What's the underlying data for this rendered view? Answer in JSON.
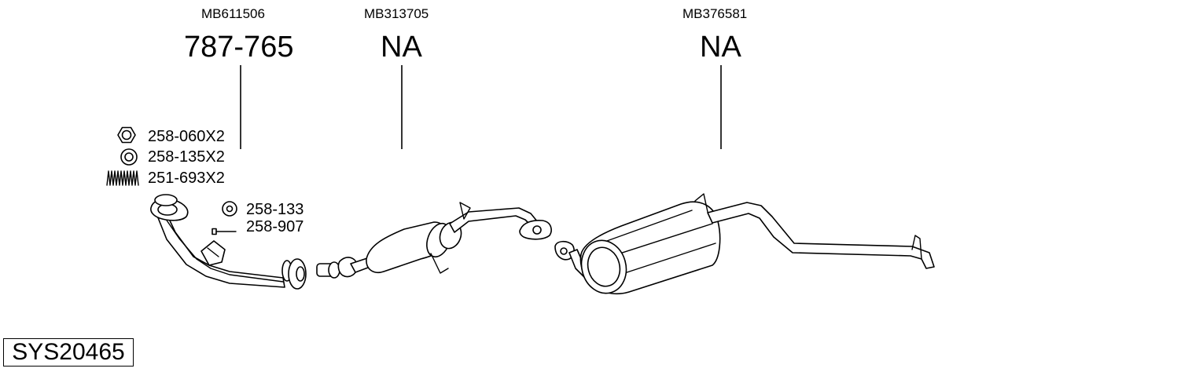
{
  "system_code": "SYS20465",
  "parts": [
    {
      "oem": "MB611506",
      "number": "787-765"
    },
    {
      "oem": "MB313705",
      "number": "NA"
    },
    {
      "oem": "MB376581",
      "number": "NA"
    }
  ],
  "hardware": {
    "nut": "258-060X2",
    "ring": "258-135X2",
    "spring": "251-693X2",
    "gasket": "258-133",
    "bolt": "258-907"
  }
}
